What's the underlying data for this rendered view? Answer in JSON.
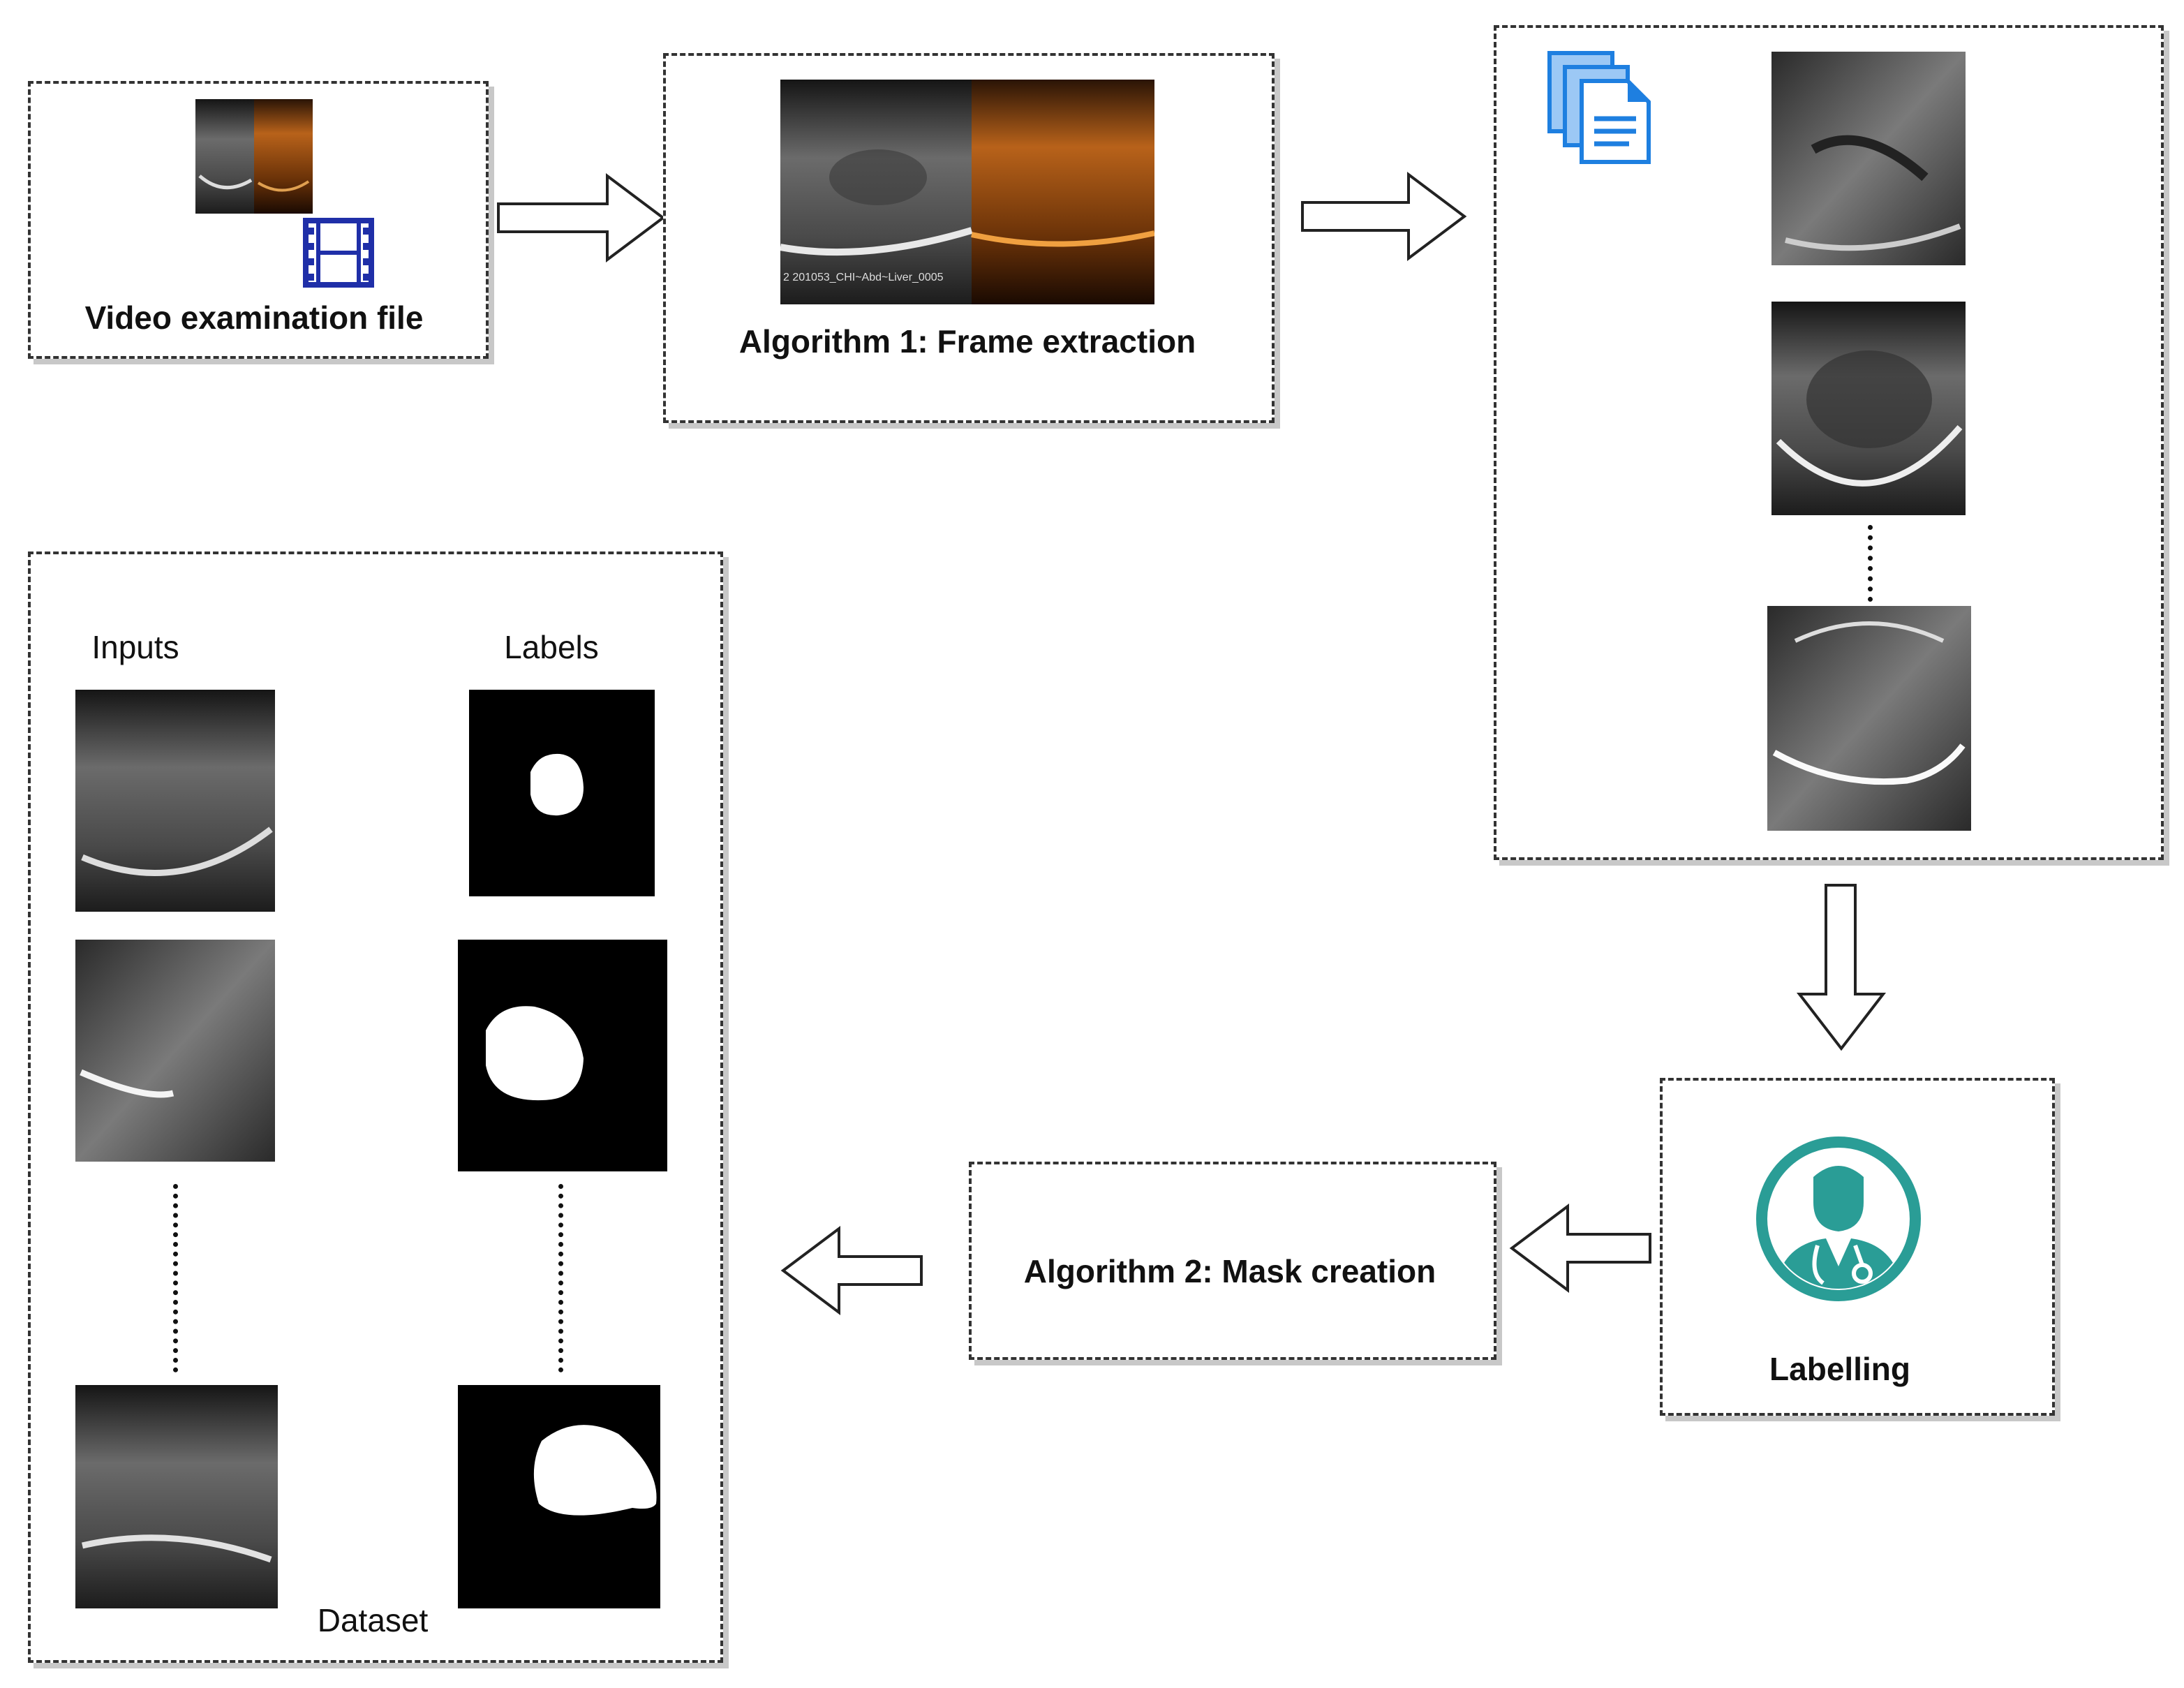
{
  "diagram": {
    "video_box": {
      "caption": "Video examination file"
    },
    "extraction_box": {
      "caption": "Algorithm 1: Frame extraction",
      "frame_overlay_text": "2 201053_CHI~Abd~Liver_0005"
    },
    "mask_box": {
      "caption": "Algorithm 2: Mask creation"
    },
    "labelling_box": {
      "caption": "Labelling"
    },
    "dataset_box": {
      "caption": "Dataset",
      "inputs_header": "Inputs",
      "labels_header": "Labels"
    }
  },
  "colors": {
    "border": "#333333",
    "shadow": "#c8c8c8",
    "doctor_teal": "#2a9d96",
    "film_blue": "#1f2fa8",
    "doc_blue": "#1e7fe0",
    "contrast_orange": "#b8621a"
  },
  "icons": [
    "film-icon",
    "documents-icon",
    "doctor-icon"
  ]
}
